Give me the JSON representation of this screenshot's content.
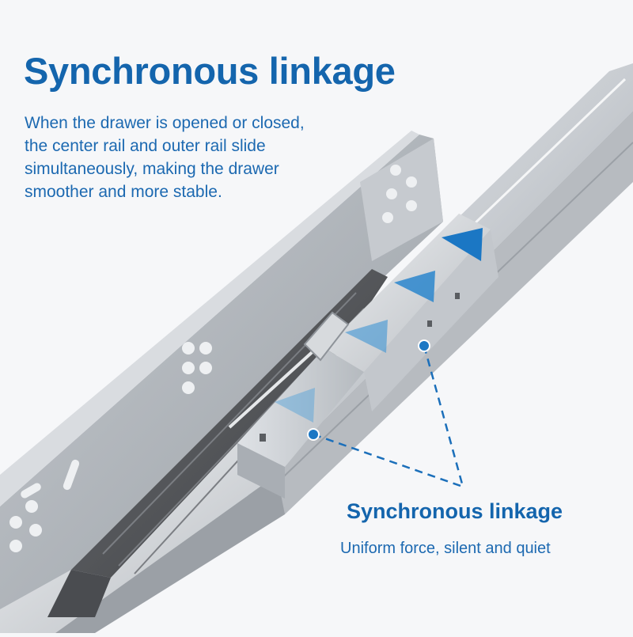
{
  "headline": "Synchronous linkage",
  "intro_lines": [
    "When the drawer is opened or closed,",
    "the center rail and outer rail slide",
    "simultaneously, making the drawer",
    "smoother and more stable."
  ],
  "callout": {
    "title": "Synchronous linkage",
    "subtitle": "Uniform force, silent and quiet"
  },
  "colors": {
    "accent": "#1465ad",
    "arrow": "#1b77c4",
    "background": "#f6f7f9"
  }
}
